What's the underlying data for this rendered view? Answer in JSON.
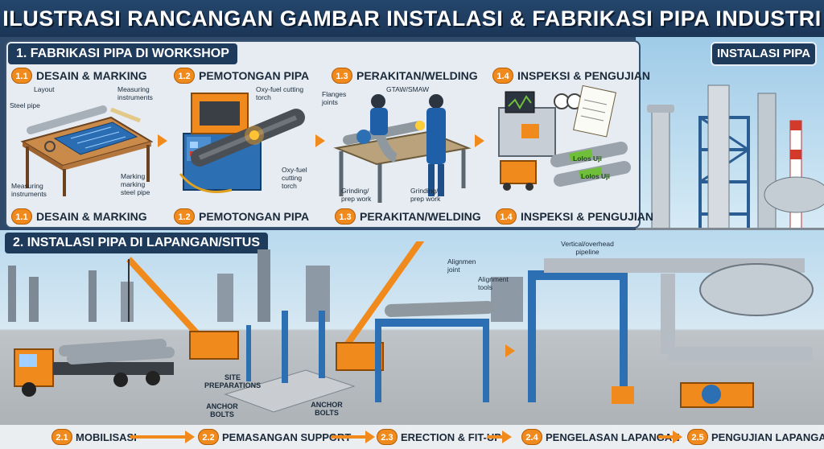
{
  "title": "ILUSTRASI RANCANGAN GAMBAR INSTALASI & FABRIKASI PIPA INDUSTRI",
  "installasi_badge": "INSTALASI PIPA",
  "section1": {
    "title": "1. FABRIKASI PIPA DI WORKSHOP",
    "steps": [
      {
        "num": "1.1",
        "title": "DESAIN & MARKING",
        "labels": [
          "Layout",
          "Measuring instruments",
          "Steel pipe",
          "Measuring instruments",
          "Marking marking steel pipe"
        ]
      },
      {
        "num": "1.2",
        "title": "PEMOTONGAN PIPA",
        "labels": [
          "Oxy-fuel cutting torch",
          "Oxy-fuel cutting torch"
        ]
      },
      {
        "num": "1.3",
        "title": "PERAKITAN/WELDING",
        "labels": [
          "Flanges joints",
          "GTAW/SMAW",
          "Grinding/ prep work",
          "Grinding/ prep work"
        ]
      },
      {
        "num": "1.4",
        "title": "INSPEKSI & PENGUJIAN",
        "labels": [
          "Lolos Uji",
          "Lolos Uji"
        ]
      }
    ]
  },
  "section2": {
    "title": "2. INSTALASI PIPA DI LAPANGAN/SITUS",
    "labels": {
      "site_prep": "SITE PREPARATIONS",
      "anchor1": "ANCHOR BOLTS",
      "anchor2": "ANCHOR BOLTS",
      "alignment_joint": "Alignmen joint",
      "alignment_tools": "Alignment tools",
      "vertical_pipeline": "Vertical/overhead pipeline"
    },
    "steps": [
      {
        "num": "2.1",
        "title": "MOBILISASI"
      },
      {
        "num": "2.2",
        "title": "PEMASANGAN SUPPORT"
      },
      {
        "num": "2.3",
        "title": "ERECTION & FIT-UP"
      },
      {
        "num": "2.4",
        "title": "PENGELASAN LAPANGAN"
      },
      {
        "num": "2.5",
        "title": "PENGUJIAN LAPANGAN"
      }
    ]
  },
  "colors": {
    "navy": "#1f3b5c",
    "accent_orange": "#f18a1c",
    "machine_blue": "#2d6fb3",
    "pass_green": "#6fbf3b"
  }
}
